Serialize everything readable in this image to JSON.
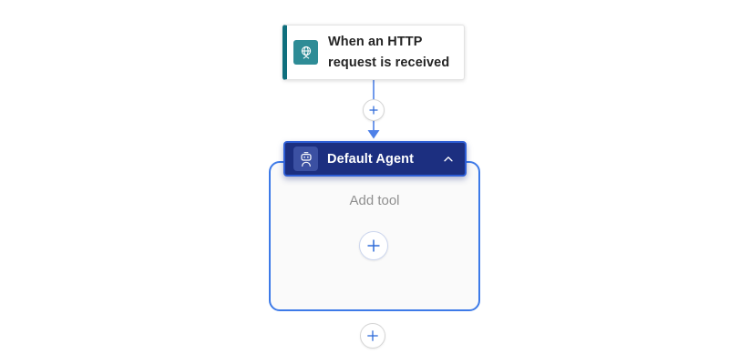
{
  "app": {
    "name": "Flow designer canvas"
  },
  "colors": {
    "canvas-bg": "#ffffff",
    "connector-blue": "#4d80e8",
    "plus-blue": "#2e6bd9",
    "trigger-accent": "#0f6f7d",
    "trigger-icon-bg": "#2e8c96",
    "trigger-border": "#e2e2e2",
    "trigger-text": "#242424",
    "header-bg": "#1c2f80",
    "header-border": "#2e5ed6",
    "header-chip": "#3b50a2",
    "container-border": "#3d7ae8",
    "container-bg": "#fafafa",
    "muted-text": "#8f8f8f",
    "circle-border": "#d5d5d5",
    "circle-border-mid": "#ccd6ee"
  },
  "trigger_card": {
    "title": "When an HTTP request is received",
    "icon": "http-request-globe-icon"
  },
  "agent_card": {
    "title": "Default Agent",
    "icon": "agent-robot-icon",
    "collapse_icon": "chevron-up-icon",
    "body_placeholder": "Add tool",
    "add_tool_button_icon": "plus-icon",
    "selected": true
  },
  "connectors": {
    "insert_step_button_icon": "plus-icon",
    "insert_step_below_button_icon": "plus-icon",
    "arrow_direction": "down"
  }
}
